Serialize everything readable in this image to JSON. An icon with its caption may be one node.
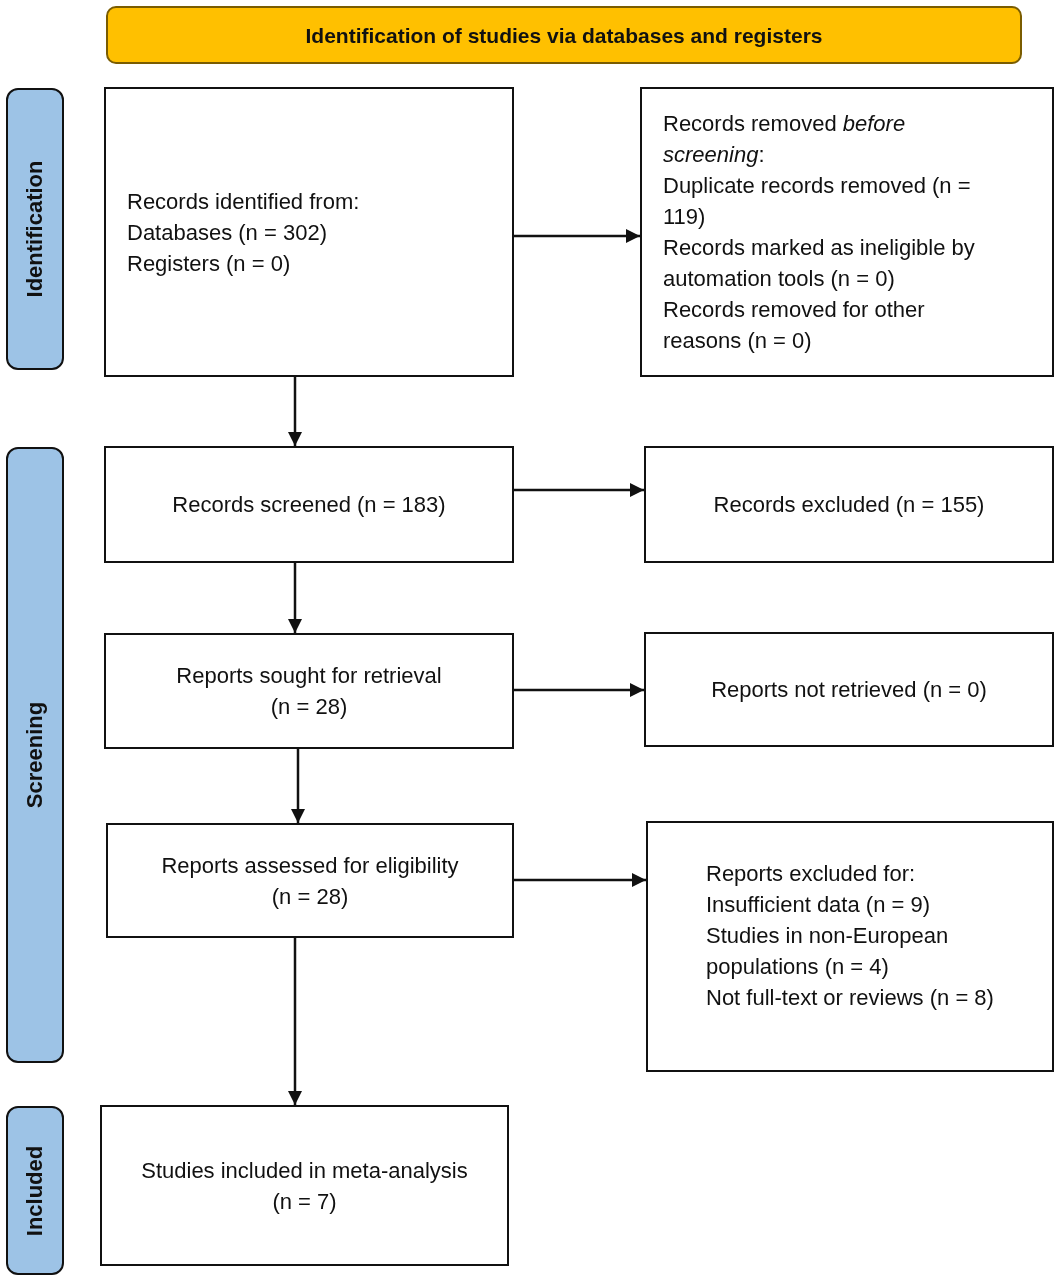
{
  "diagram": {
    "nodes": [
      {
        "text": [
          "Identification of studies via databases and registers"
        ]
      },
      {
        "text": [
          "Identification"
        ]
      },
      {
        "text": [
          "Records identified from:",
          "Databases (n = 302)",
          "Registers (n = 0)"
        ]
      },
      {
        "text": [
          "Records removed *before screening*:",
          "Duplicate records removed (n = 119)",
          "Records marked as ineligible by automation tools (n = 0)",
          "Records removed for other reasons (n = 0)"
        ]
      },
      {
        "text": [
          "Screening"
        ]
      },
      {
        "text": [
          "Records screened (n = 183)"
        ]
      },
      {
        "text": [
          "Records excluded (n = 155)"
        ]
      },
      {
        "text": [
          "Reports sought for retrieval (n = 28)"
        ]
      },
      {
        "text": [
          "Reports not retrieved (n = 0)"
        ]
      },
      {
        "text": [
          "Reports assessed for eligibility (n = 28)"
        ]
      },
      {
        "text": [
          "Reports excluded for:",
          "Insufficient data (n = 9)",
          "Studies in non-European populations (n = 4)",
          "Not full-text or reviews (n = 8)"
        ]
      },
      {
        "text": [
          "Included"
        ]
      },
      {
        "text": [
          "Studies included in meta-analysis (n = 7)"
        ]
      }
    ],
    "edges": [
      {
        "from": 2,
        "to": 3,
        "arrow": "to"
      },
      {
        "from": 2,
        "to": 5,
        "arrow": "to"
      },
      {
        "from": 5,
        "to": 6,
        "arrow": "to"
      },
      {
        "from": 5,
        "to": 7,
        "arrow": "to"
      },
      {
        "from": 7,
        "to": 8,
        "arrow": "to"
      },
      {
        "from": 7,
        "to": 9,
        "arrow": "to"
      },
      {
        "from": 9,
        "to": 10,
        "arrow": "to"
      },
      {
        "from": 9,
        "to": 12,
        "arrow": "to"
      }
    ]
  }
}
